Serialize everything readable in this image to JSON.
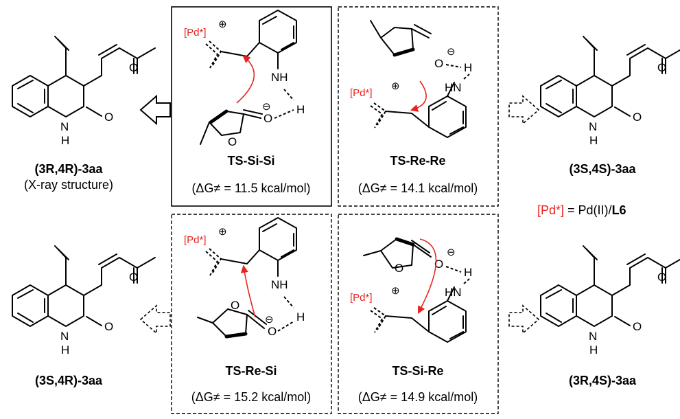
{
  "products": {
    "top_left": {
      "name": "(3R,4R)-3aa",
      "note": "(X-ray structure)"
    },
    "top_right": {
      "name": "(3S,4S)-3aa"
    },
    "bottom_left": {
      "name": "(3S,4R)-3aa"
    },
    "bottom_right": {
      "name": "(3R,4S)-3aa"
    }
  },
  "transition_states": [
    {
      "name": "TS-Si-Si",
      "energy": "(ΔG≠ = 11.5 kcal/mol)",
      "border": "solid"
    },
    {
      "name": "TS-Re-Re",
      "energy": "(ΔG≠ = 14.1 kcal/mol)",
      "border": "dashed"
    },
    {
      "name": "TS-Re-Si",
      "energy": "(ΔG≠ = 15.2 kcal/mol)",
      "border": "dashed"
    },
    {
      "name": "TS-Si-Re",
      "energy": "(ΔG≠ = 14.9 kcal/mol)",
      "border": "dashed"
    }
  ],
  "legend": {
    "pd": "[Pd*]",
    "equals": " = Pd(II)/",
    "ligand": "L6"
  },
  "atoms": {
    "N": "N",
    "H": "H",
    "O": "O",
    "NH": "NH",
    "HN": "HN",
    "pd": "[Pd*]",
    "plus": "⊕",
    "minus": "⊖"
  },
  "colors": {
    "accent": "#e8231f"
  }
}
